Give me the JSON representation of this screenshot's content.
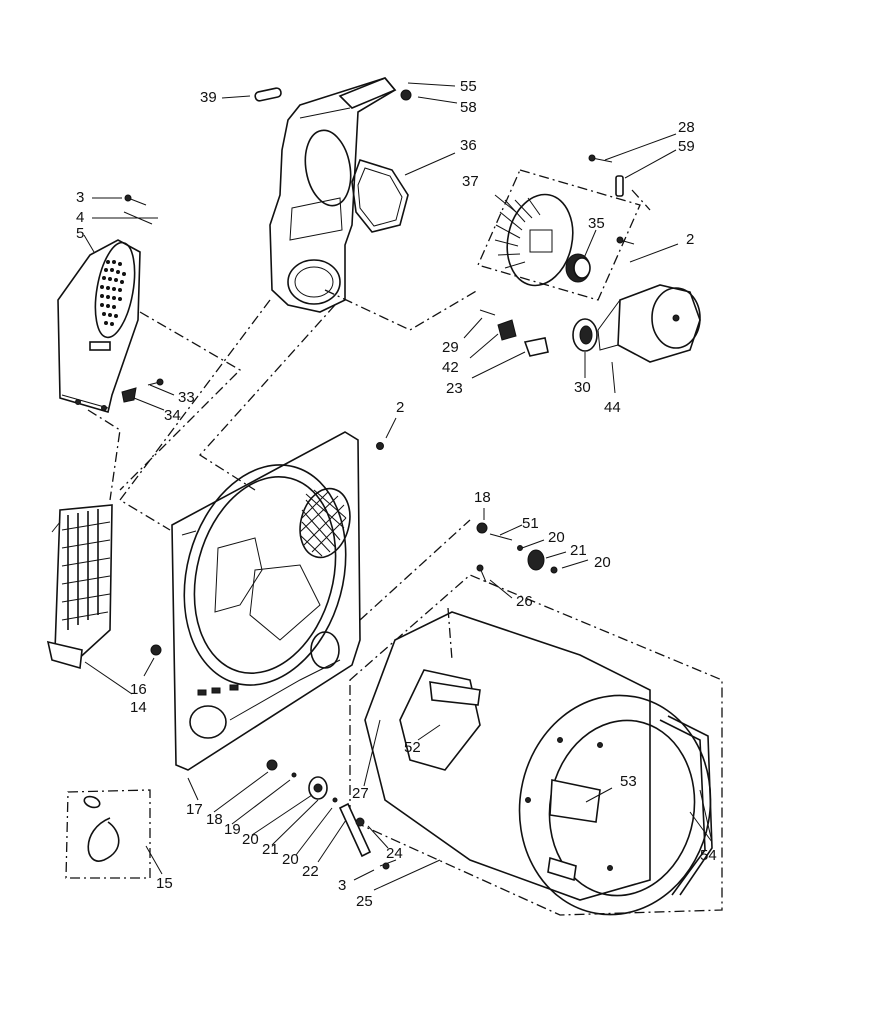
{
  "diagram": {
    "callouts": [
      {
        "id": "c39",
        "text": "39"
      },
      {
        "id": "c55",
        "text": "55"
      },
      {
        "id": "c58",
        "text": "58"
      },
      {
        "id": "c36",
        "text": "36"
      },
      {
        "id": "c28",
        "text": "28"
      },
      {
        "id": "c59",
        "text": "59"
      },
      {
        "id": "c37",
        "text": "37"
      },
      {
        "id": "c35",
        "text": "35"
      },
      {
        "id": "c2a",
        "text": "2"
      },
      {
        "id": "c3a",
        "text": "3"
      },
      {
        "id": "c4",
        "text": "4"
      },
      {
        "id": "c5",
        "text": "5"
      },
      {
        "id": "c29",
        "text": "29"
      },
      {
        "id": "c42",
        "text": "42"
      },
      {
        "id": "c23",
        "text": "23"
      },
      {
        "id": "c30",
        "text": "30"
      },
      {
        "id": "c44",
        "text": "44"
      },
      {
        "id": "c33",
        "text": "33"
      },
      {
        "id": "c34",
        "text": "34"
      },
      {
        "id": "c2b",
        "text": "2"
      },
      {
        "id": "c18a",
        "text": "18"
      },
      {
        "id": "c51",
        "text": "51"
      },
      {
        "id": "c20a",
        "text": "20"
      },
      {
        "id": "c21a",
        "text": "21"
      },
      {
        "id": "c20b",
        "text": "20"
      },
      {
        "id": "c26",
        "text": "26"
      },
      {
        "id": "c16",
        "text": "16"
      },
      {
        "id": "c14",
        "text": "14"
      },
      {
        "id": "c52",
        "text": "52"
      },
      {
        "id": "c53",
        "text": "53"
      },
      {
        "id": "c27",
        "text": "27"
      },
      {
        "id": "c17",
        "text": "17"
      },
      {
        "id": "c18b",
        "text": "18"
      },
      {
        "id": "c19",
        "text": "19"
      },
      {
        "id": "c20c",
        "text": "20"
      },
      {
        "id": "c21b",
        "text": "21"
      },
      {
        "id": "c20d",
        "text": "20"
      },
      {
        "id": "c22",
        "text": "22"
      },
      {
        "id": "c24",
        "text": "24"
      },
      {
        "id": "c3b",
        "text": "3"
      },
      {
        "id": "c25",
        "text": "25"
      },
      {
        "id": "c54",
        "text": "54"
      },
      {
        "id": "c15",
        "text": "15"
      }
    ]
  }
}
